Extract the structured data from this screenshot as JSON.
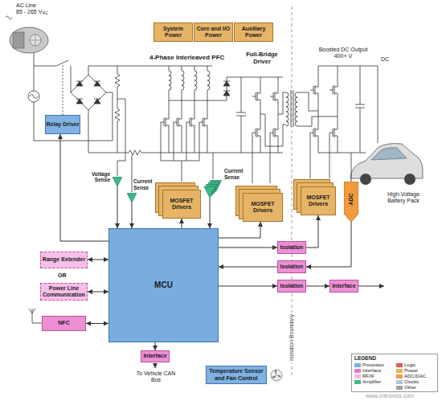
{
  "diagram": {
    "nodes": [
      {
        "text": [
          "System Power"
        ]
      },
      {
        "text": [
          "Core and I/O Power"
        ]
      },
      {
        "text": [
          "Auxiliary Power"
        ]
      },
      {
        "text": [
          "Relay Driver"
        ]
      },
      {
        "text": [
          "Voltage Sense"
        ]
      },
      {
        "text": [
          "Current Sense"
        ]
      },
      {
        "text": [
          "MOSFET Drivers"
        ]
      },
      {
        "text": [
          "Current Sense"
        ]
      },
      {
        "text": [
          "MOSFET Drivers"
        ]
      },
      {
        "text": [
          "MOSFET Drivers"
        ]
      },
      {
        "text": [
          "ADC"
        ]
      },
      {
        "text": [
          "MCU"
        ]
      },
      {
        "text": [
          "Range Extender"
        ]
      },
      {
        "text": [
          "Power Line Communication"
        ]
      },
      {
        "text": [
          "Isolation"
        ]
      },
      {
        "text": [
          "Isolation"
        ]
      },
      {
        "text": [
          "Isolation"
        ]
      },
      {
        "text": [
          "Interface"
        ]
      },
      {
        "text": [
          "NFC"
        ]
      },
      {
        "text": [
          "Interface"
        ]
      },
      {
        "text": [
          "Temperature Sensor and Fan Control"
        ]
      }
    ],
    "edges": [
      {
        "from": 4,
        "to": 11,
        "arrow": "to"
      },
      {
        "from": 5,
        "to": 11,
        "arrow": "to"
      },
      {
        "from": 7,
        "to": 11,
        "arrow": "to"
      },
      {
        "from": 11,
        "to": 3,
        "arrow": "to"
      },
      {
        "from": 11,
        "to": 6,
        "arrow": "to"
      },
      {
        "from": 11,
        "to": 8,
        "arrow": "to"
      },
      {
        "from": 11,
        "to": 14,
        "arrow": "to"
      },
      {
        "from": 15,
        "to": 11,
        "arrow": "to"
      },
      {
        "from": 11,
        "to": 16,
        "arrow": "to"
      },
      {
        "from": 14,
        "to": 9,
        "arrow": "to"
      },
      {
        "from": 10,
        "to": 15,
        "arrow": "to"
      },
      {
        "from": 16,
        "to": 17,
        "arrow": "to"
      },
      {
        "from": 12,
        "to": 11,
        "arrow": "both"
      },
      {
        "from": 13,
        "to": 11,
        "arrow": "both"
      },
      {
        "from": 18,
        "to": 11,
        "arrow": "both"
      },
      {
        "from": 11,
        "to": 19,
        "arrow": "to"
      }
    ],
    "labels": [
      "AC Line",
      "85 - 265 V",
      "AC",
      "4-Phase Interleaved PFC",
      "Full-Bridge Driver",
      "Boosted DC Output 400+ V",
      "DC",
      "High-Voltage Battery Pack",
      "OR",
      "To Vehicle CAN Bus",
      "Isolation Boundary",
      "LEGEND",
      "www.cntronics.com"
    ],
    "legend": [
      {
        "text": "Processor",
        "color": "#7aaee0"
      },
      {
        "text": "Interface",
        "color": "#e87bd0"
      },
      {
        "text": "RF/IF",
        "color": "#f3b8e6"
      },
      {
        "text": "Amplifier",
        "color": "#3fb98a"
      },
      {
        "text": "Logic",
        "color": "#e05a5a"
      },
      {
        "text": "Power",
        "color": "#e5b466"
      },
      {
        "text": "ADC/DAC",
        "color": "#f39a3c"
      },
      {
        "text": "Clocks",
        "color": "#9ecae1"
      },
      {
        "text": "Other",
        "color": "#a0a0a0"
      }
    ]
  }
}
